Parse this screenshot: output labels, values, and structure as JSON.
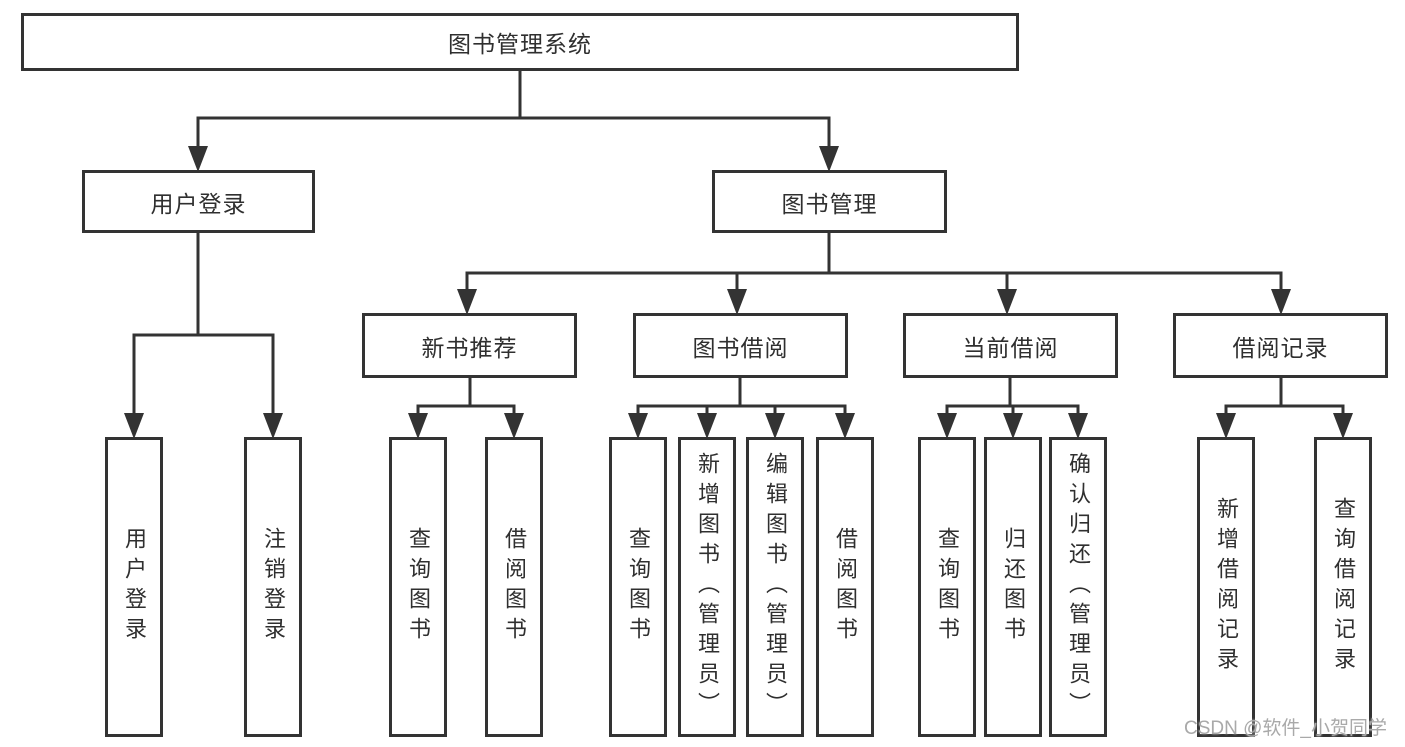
{
  "diagram": {
    "root": {
      "label": "图书管理系统"
    },
    "branches": [
      {
        "label": "用户登录",
        "children": [
          {
            "label": "用户登录"
          },
          {
            "label": "注销登录"
          }
        ]
      },
      {
        "label": "图书管理",
        "children": [
          {
            "label": "新书推荐",
            "children": [
              {
                "label": "查询图书"
              },
              {
                "label": "借阅图书"
              }
            ]
          },
          {
            "label": "图书借阅",
            "children": [
              {
                "label": "查询图书"
              },
              {
                "label": "新增图书（管理员）"
              },
              {
                "label": "编辑图书（管理员）"
              },
              {
                "label": "借阅图书"
              }
            ]
          },
          {
            "label": "当前借阅",
            "children": [
              {
                "label": "查询图书"
              },
              {
                "label": "归还图书"
              },
              {
                "label": "确认归还（管理员）"
              }
            ]
          },
          {
            "label": "借阅记录",
            "children": [
              {
                "label": "新增借阅记录"
              },
              {
                "label": "查询借阅记录"
              }
            ]
          }
        ]
      }
    ]
  },
  "watermark": {
    "text": "CSDN @软件_小贺同学"
  },
  "colors": {
    "line": "#333333",
    "text": "#2f2f2f",
    "watermark": "#a9a9a9",
    "background": "#ffffff"
  }
}
